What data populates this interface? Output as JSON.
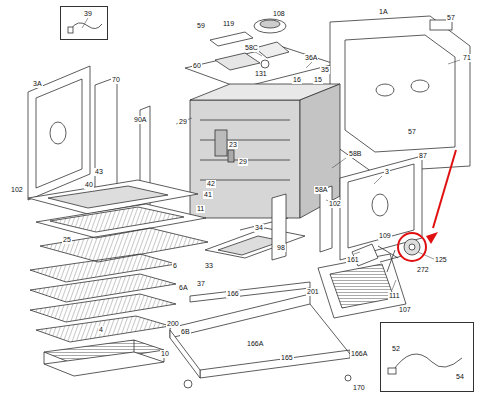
{
  "diagram": {
    "nodes": [
      {
        "text": [
          "39"
        ]
      },
      {
        "text": [
          "52",
          "54"
        ]
      }
    ],
    "labels": [
      "108",
      "119",
      "59",
      "1A",
      "57",
      "58C",
      "36A",
      "35",
      "60",
      "131",
      "16",
      "15",
      "71",
      "3A",
      "70",
      "90A",
      "29",
      "57",
      "23",
      "29",
      "58B",
      "87",
      "3",
      "43",
      "40",
      "42",
      "41",
      "11",
      "102",
      "25",
      "58A",
      "102",
      "34",
      "33",
      "98",
      "161",
      "109",
      "125",
      "272",
      "111",
      "107",
      "6",
      "6A",
      "37",
      "4",
      "6B",
      "10",
      "166",
      "201",
      "200",
      "166A",
      "165",
      "166A",
      "170"
    ]
  }
}
